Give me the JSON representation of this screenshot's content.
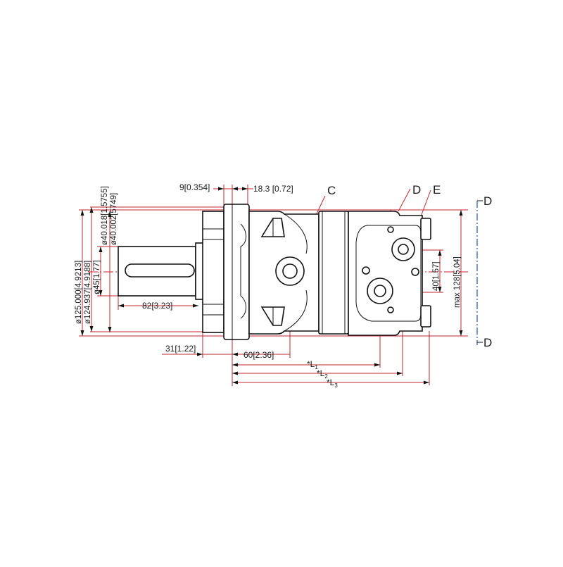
{
  "drawing": {
    "callouts": {
      "c": "C",
      "d_top": "D",
      "e": "E",
      "d_right_top": "D",
      "d_right_bottom": "D"
    },
    "dims": {
      "d1_top": "9[0.354]",
      "d2_top": "18.3 [0.72]",
      "dia_a1": "ø125.000[4.9213]",
      "dia_a2": "ø124.937[4.9188]",
      "dia_b1": "ø40.018[1.5755]",
      "dia_b2": "ø40.002[5749]",
      "dia_c": "ø45[1.77]",
      "shaft_len": "82[3.23]",
      "flange": "31[1.22]",
      "port_c": "60[2.36]",
      "l1": "*L",
      "l1_sub": "1",
      "l2": "*L",
      "l2_sub": "2",
      "l3": "*L",
      "l3_sub": "3",
      "port_spacing": "40[1.57]",
      "max_height": "max 128[5.04]"
    }
  }
}
